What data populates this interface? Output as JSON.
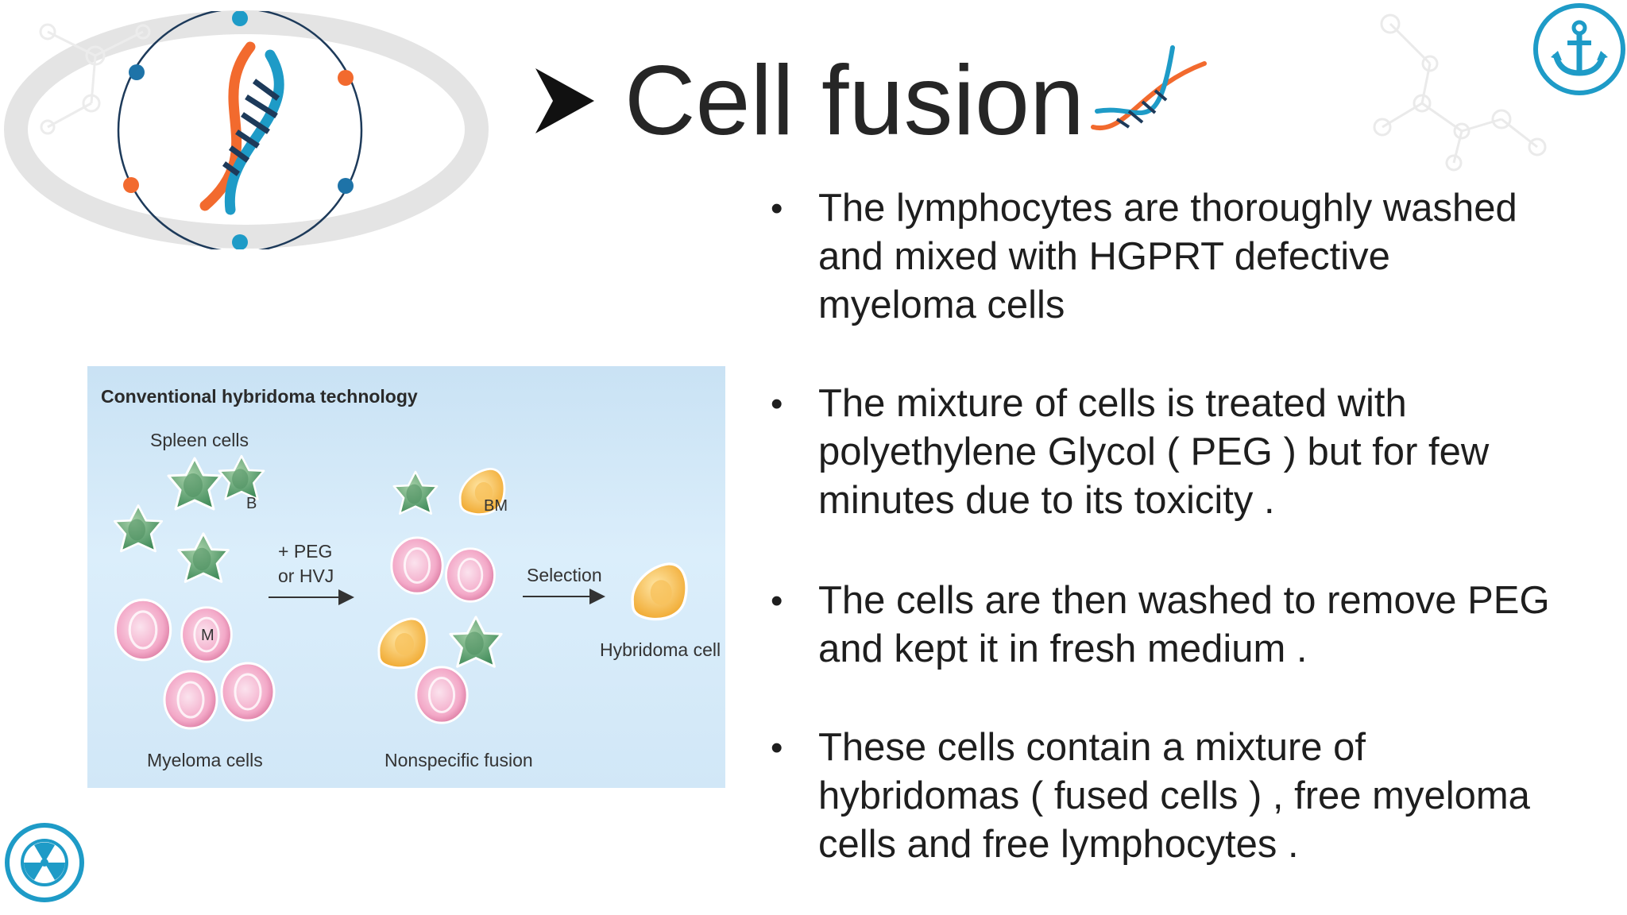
{
  "slide": {
    "title": "Cell fusion",
    "bullets": [
      "The lymphocytes are thoroughly washed and mixed with HGPRT defective myeloma cells",
      "The mixture of cells is treated with polyethylene Glycol ( PEG ) but for few minutes due to its toxicity .",
      "The cells are then washed to remove PEG  and kept it in fresh medium .",
      "These cells contain a mixture of hybridomas ( fused cells ) , free myeloma cells and free lymphocytes ."
    ],
    "icons": {
      "top_right": "anchor-icon",
      "bottom_left": "radiation-icon",
      "title_decoration": "dna-icon",
      "logo": "dna-icon"
    },
    "colors": {
      "accent_blue": "#1e9bc7",
      "accent_orange": "#f26a2e",
      "dark_navy": "#1d3a5a",
      "title_text": "#262626"
    }
  },
  "diagram": {
    "title": "Conventional hybridoma technology",
    "labels": {
      "spleen": "Spleen cells",
      "myeloma": "Myeloma cells",
      "peg": "+ PEG",
      "hvj": "or HVJ",
      "nonspecific": "Nonspecific fusion",
      "selection": "Selection",
      "hybridoma": "Hybridoma cell",
      "b": "B",
      "m": "M",
      "bm": "BM"
    }
  }
}
